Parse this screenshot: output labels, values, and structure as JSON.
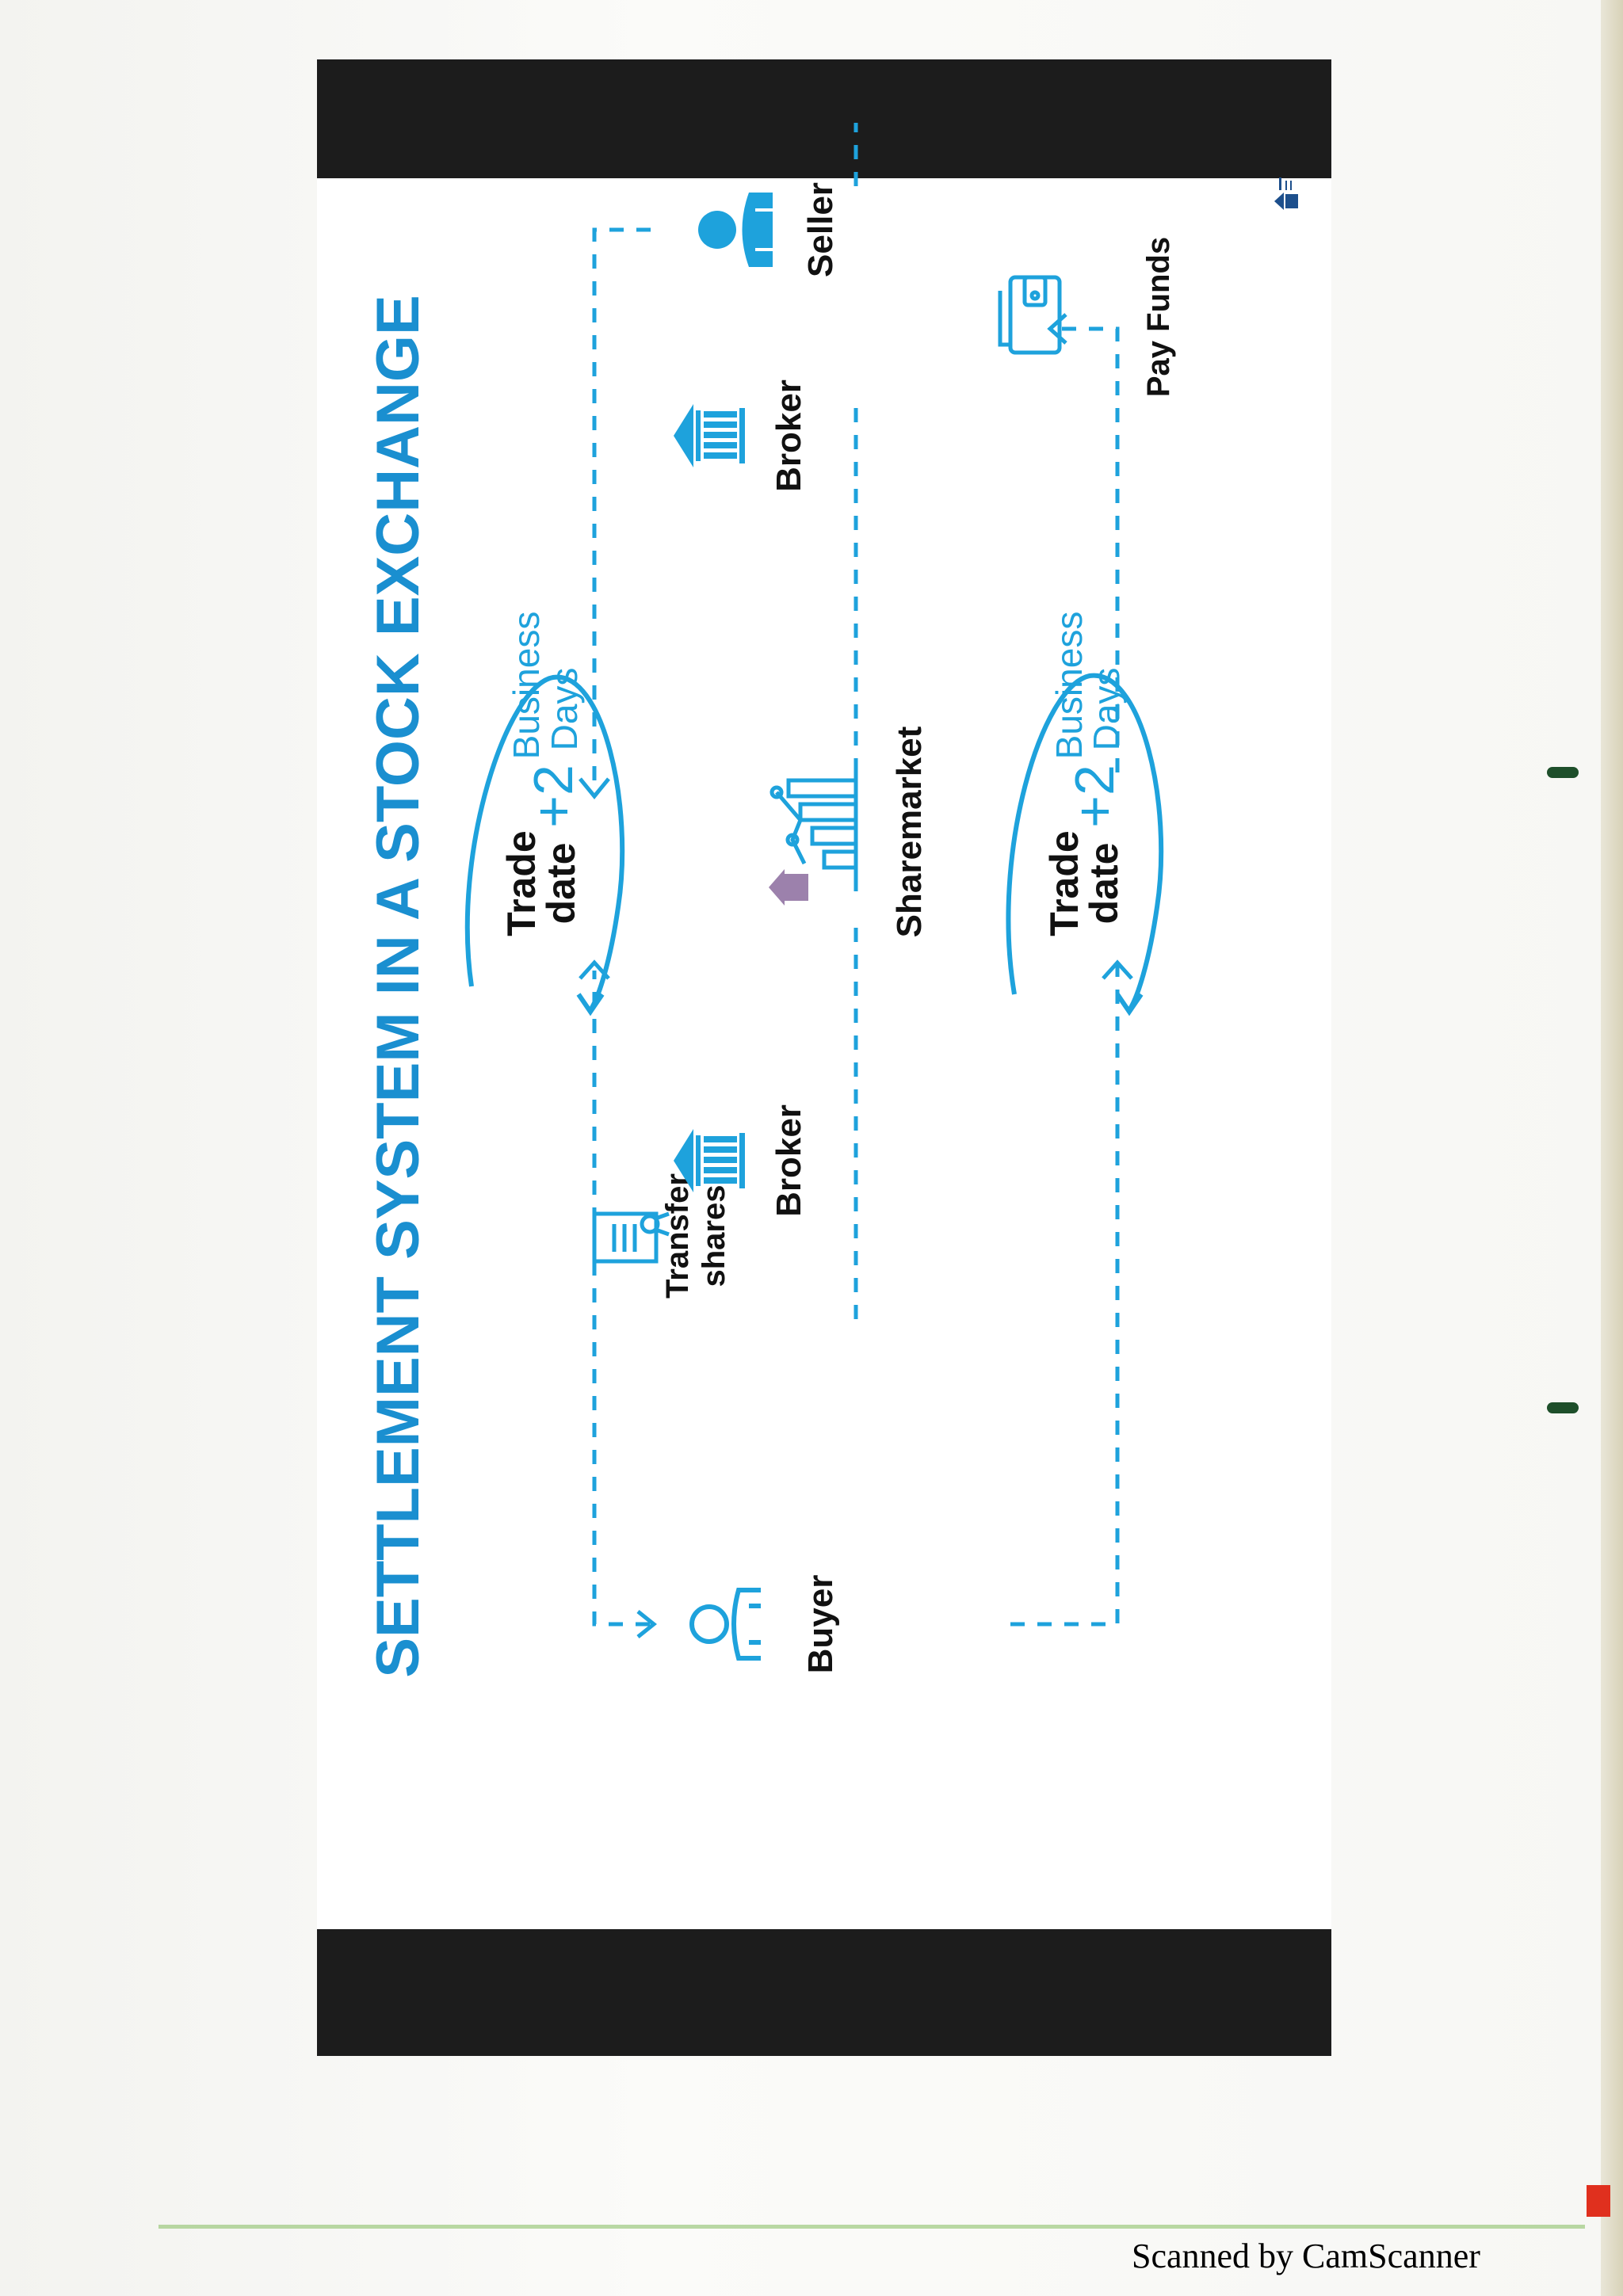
{
  "title": "SETTLEMENT SYSTEM IN A STOCK EXCHANGE",
  "nodes": {
    "buyer": "Buyer",
    "broker_left": "Broker",
    "sharemarket": "Sharemarket",
    "broker_right": "Broker",
    "seller": "Seller"
  },
  "steps": {
    "transfer_shares": [
      "Transfer",
      "shares"
    ],
    "pay_funds": "Pay Funds"
  },
  "settlement_cycle": {
    "trade": "Trade",
    "date": "date",
    "plus_two": "+2",
    "business": "Business",
    "days": "Days"
  },
  "footer": "Scanned by CamScanner",
  "colors": {
    "accent": "#1ea2dc",
    "title": "#1a8fd0",
    "text": "#111111",
    "bar": "#1c1c1c"
  }
}
